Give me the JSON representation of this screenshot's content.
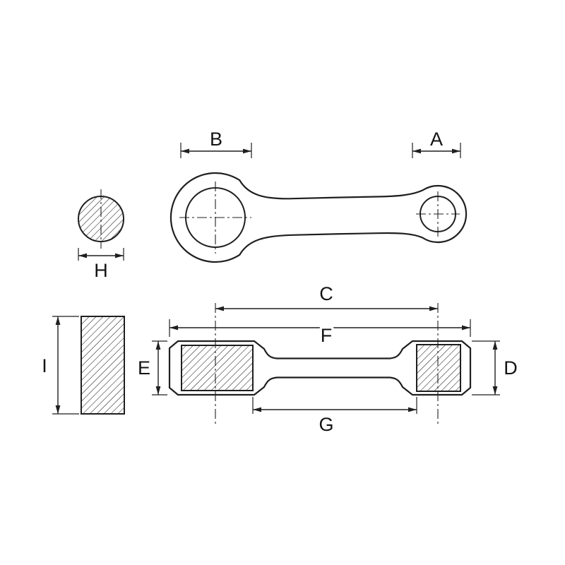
{
  "colors": {
    "background": "#ffffff",
    "line": "#1f1f1f"
  },
  "labels": {
    "a": "A",
    "b": "B",
    "c": "C",
    "d": "D",
    "e": "E",
    "f": "F",
    "g": "G",
    "h": "H",
    "i": "I"
  }
}
